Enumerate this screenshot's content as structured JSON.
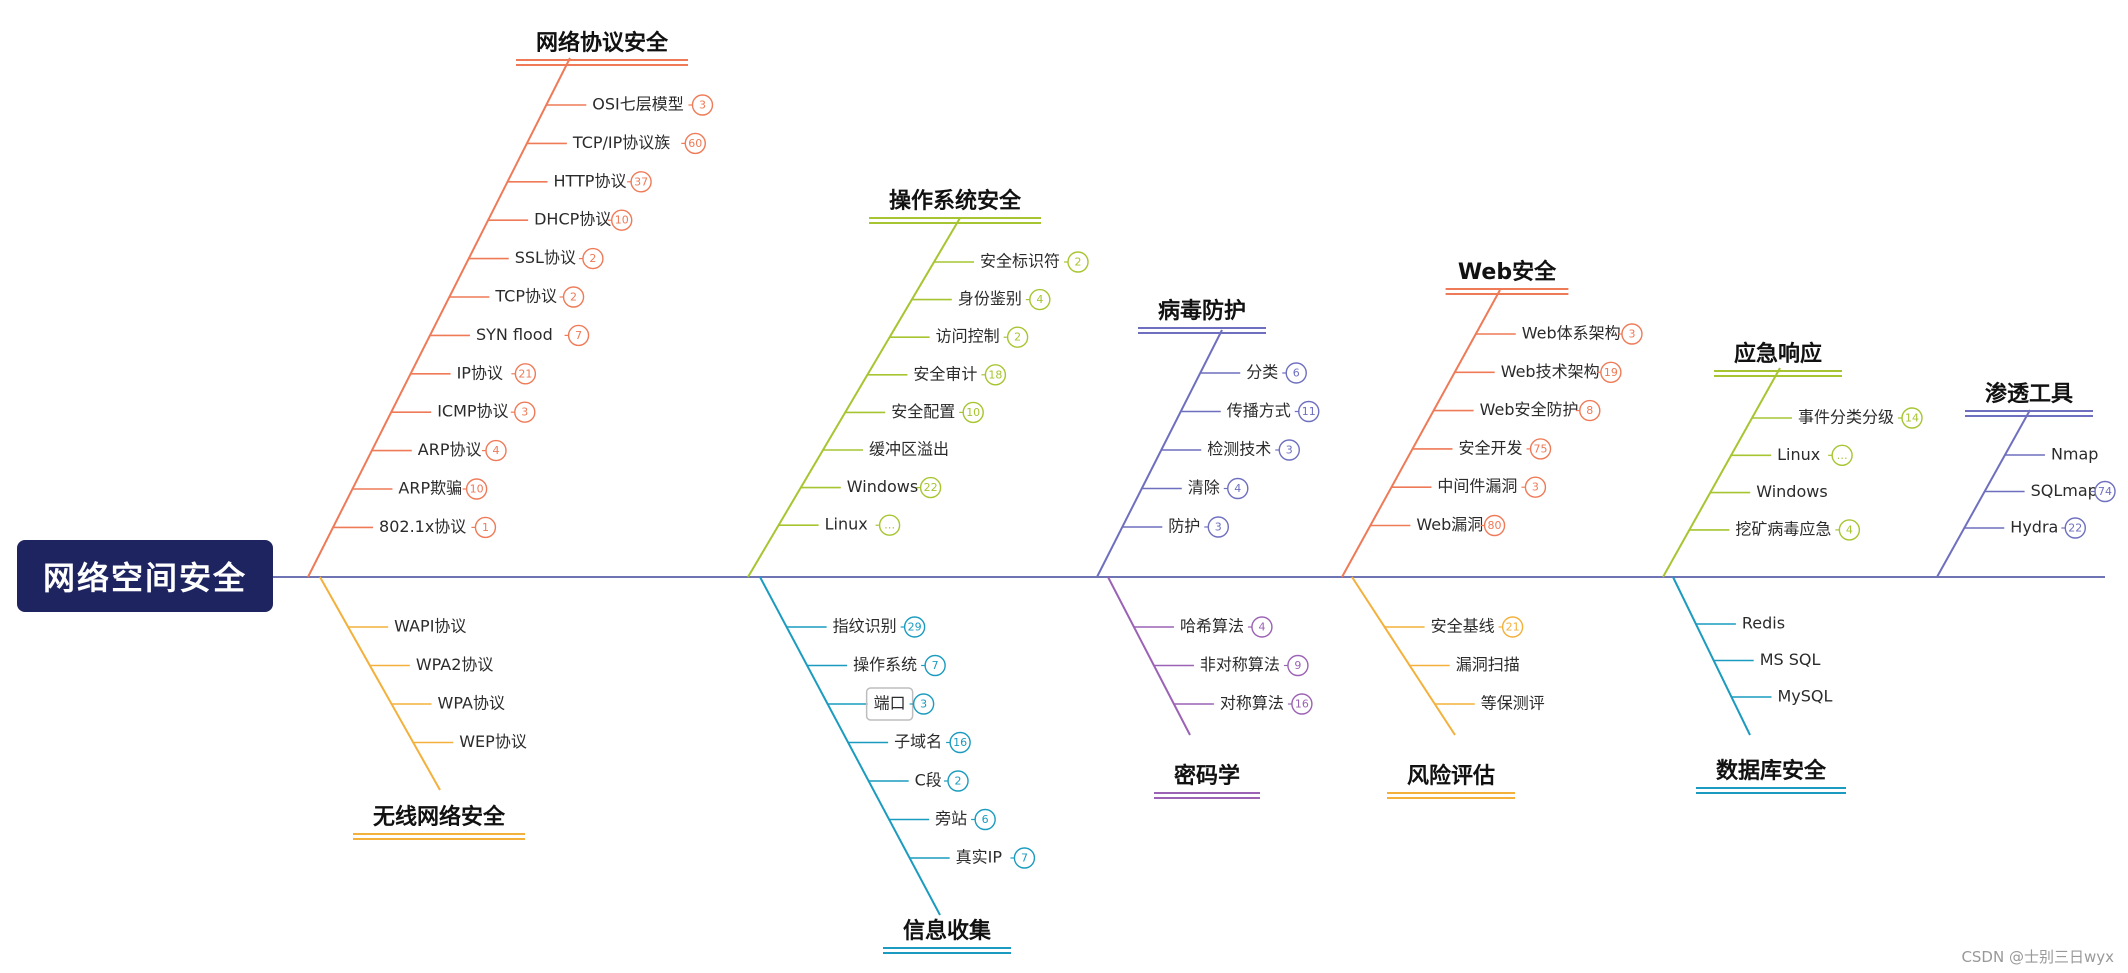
{
  "root": {
    "label": "网络空间安全"
  },
  "watermark": "CSDN @士别三日wyx",
  "colors": {
    "spine": "#6e74b4",
    "root_bg": "#1e2460"
  },
  "branches": [
    {
      "id": "protocol",
      "title": "网络协议安全",
      "color": "#ef7a57",
      "items": [
        {
          "label": "OSI七层模型",
          "count": "3"
        },
        {
          "label": "TCP/IP协议族",
          "count": "60"
        },
        {
          "label": "HTTP协议",
          "count": "37"
        },
        {
          "label": "DHCP协议",
          "count": "10"
        },
        {
          "label": "SSL协议",
          "count": "2"
        },
        {
          "label": "TCP协议",
          "count": "2"
        },
        {
          "label": "SYN flood",
          "count": "7"
        },
        {
          "label": "IP协议",
          "count": "21"
        },
        {
          "label": "ICMP协议",
          "count": "3"
        },
        {
          "label": "ARP协议",
          "count": "4"
        },
        {
          "label": "ARP欺骗",
          "count": "10"
        },
        {
          "label": "802.1x协议",
          "count": "1"
        }
      ]
    },
    {
      "id": "wireless",
      "title": "无线网络安全",
      "color": "#f3b03a",
      "items": [
        {
          "label": "WAPI协议",
          "count": ""
        },
        {
          "label": "WPA2协议",
          "count": ""
        },
        {
          "label": "WPA协议",
          "count": ""
        },
        {
          "label": "WEP协议",
          "count": ""
        }
      ]
    },
    {
      "id": "os",
      "title": "操作系统安全",
      "color": "#a6c530",
      "items": [
        {
          "label": "安全标识符",
          "count": "2"
        },
        {
          "label": "身份鉴别",
          "count": "4"
        },
        {
          "label": "访问控制",
          "count": "2"
        },
        {
          "label": "安全审计",
          "count": "18"
        },
        {
          "label": "安全配置",
          "count": "10"
        },
        {
          "label": "缓冲区溢出",
          "count": ""
        },
        {
          "label": "Windows",
          "count": "22"
        },
        {
          "label": "Linux",
          "count": "…"
        }
      ]
    },
    {
      "id": "info",
      "title": "信息收集",
      "color": "#1a9bbf",
      "items": [
        {
          "label": "指纹识别",
          "count": "29"
        },
        {
          "label": "操作系统",
          "count": "7"
        },
        {
          "label": "端口",
          "count": "3"
        },
        {
          "label": "子域名",
          "count": "16"
        },
        {
          "label": "C段",
          "count": "2"
        },
        {
          "label": "旁站",
          "count": "6"
        },
        {
          "label": "真实IP",
          "count": "7"
        }
      ]
    },
    {
      "id": "virus",
      "title": "病毒防护",
      "color": "#6e6fbf",
      "items": [
        {
          "label": "分类",
          "count": "6"
        },
        {
          "label": "传播方式",
          "count": "11"
        },
        {
          "label": "检测技术",
          "count": "3"
        },
        {
          "label": "清除",
          "count": "4"
        },
        {
          "label": "防护",
          "count": "3"
        }
      ]
    },
    {
      "id": "crypto",
      "title": "密码学",
      "color": "#9b62b5",
      "items": [
        {
          "label": "哈希算法",
          "count": "4"
        },
        {
          "label": "非对称算法",
          "count": "9"
        },
        {
          "label": "对称算法",
          "count": "16"
        }
      ]
    },
    {
      "id": "web",
      "title": "Web安全",
      "color": "#ef7a57",
      "items": [
        {
          "label": "Web体系架构",
          "count": "3"
        },
        {
          "label": "Web技术架构",
          "count": "19"
        },
        {
          "label": "Web安全防护",
          "count": "8"
        },
        {
          "label": "安全开发",
          "count": "75"
        },
        {
          "label": "中间件漏洞",
          "count": "3"
        },
        {
          "label": "Web漏洞",
          "count": "80"
        }
      ]
    },
    {
      "id": "risk",
      "title": "风险评估",
      "color": "#f3b03a",
      "items": [
        {
          "label": "安全基线",
          "count": "21"
        },
        {
          "label": "漏洞扫描",
          "count": ""
        },
        {
          "label": "等保测评",
          "count": ""
        }
      ]
    },
    {
      "id": "emergency",
      "title": "应急响应",
      "color": "#a6c530",
      "items": [
        {
          "label": "事件分类分级",
          "count": "14"
        },
        {
          "label": "Linux",
          "count": "…"
        },
        {
          "label": "Windows",
          "count": ""
        },
        {
          "label": "挖矿病毒应急",
          "count": "4"
        }
      ]
    },
    {
      "id": "database",
      "title": "数据库安全",
      "color": "#1a9bbf",
      "items": [
        {
          "label": "Redis",
          "count": ""
        },
        {
          "label": "MS SQL",
          "count": ""
        },
        {
          "label": "MySQL",
          "count": ""
        }
      ]
    },
    {
      "id": "pentest",
      "title": "渗透工具",
      "color": "#6e6fbf",
      "items": [
        {
          "label": "Nmap",
          "count": ""
        },
        {
          "label": "SQLmap",
          "count": "74"
        },
        {
          "label": "Hydra",
          "count": "22"
        }
      ]
    }
  ]
}
